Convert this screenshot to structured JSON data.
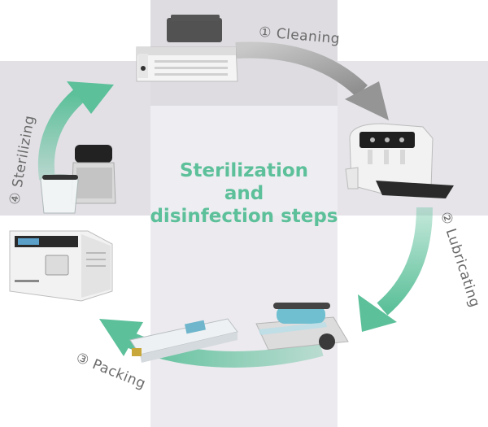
{
  "title": {
    "line1": "Sterilization",
    "line2": "and",
    "line3": "disinfection steps"
  },
  "steps": [
    {
      "label": "① Cleaning"
    },
    {
      "label": "② Lubricating"
    },
    {
      "label": "③ Packing"
    },
    {
      "label": "④ Sterilizing"
    }
  ],
  "colors": {
    "accent": "#5cc09a",
    "grey_arrow": "#a9a9a9",
    "label": "#6a6a6a"
  }
}
